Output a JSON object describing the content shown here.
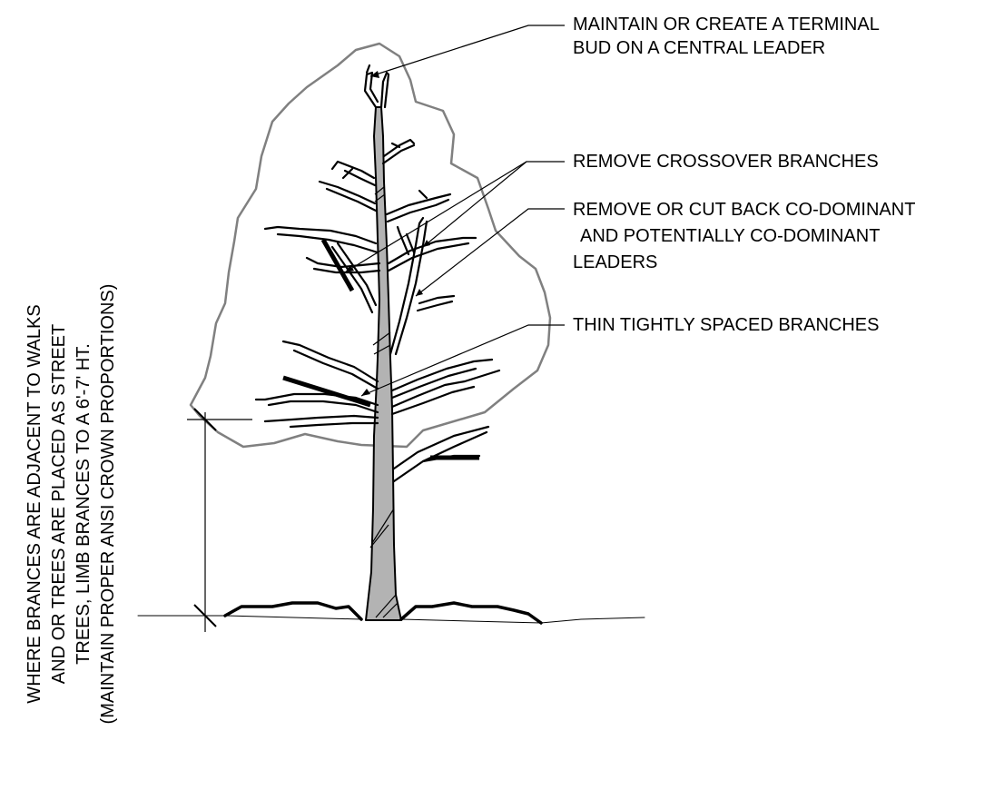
{
  "colors": {
    "ink": "#000000",
    "crown_outline": "#808080",
    "trunk_fill": "#b3b3b3",
    "background": "#ffffff"
  },
  "callouts": {
    "terminal_bud": {
      "line1": "MAINTAIN OR CREATE A TERMINAL",
      "line2": "BUD ON A CENTRAL LEADER"
    },
    "crossover": {
      "line1": "REMOVE CROSSOVER BRANCHES"
    },
    "codominant": {
      "line1": "REMOVE OR CUT BACK CO-DOMINANT",
      "line2": "AND POTENTIALLY CO-DOMINANT",
      "line3": "LEADERS"
    },
    "thin": {
      "line1": "THIN TIGHTLY SPACED BRANCHES"
    }
  },
  "clearance_note": {
    "line1": "WHERE BRANCES ARE ADJACENT TO WALKS",
    "line2": "AND OR TREES ARE PLACED AS STREET",
    "line3": "TREES, LIMB BRANCES TO A 6'-7' HT.",
    "line4": "(MAINTAIN PROPER ANSI CROWN PROPORTIONS)"
  }
}
